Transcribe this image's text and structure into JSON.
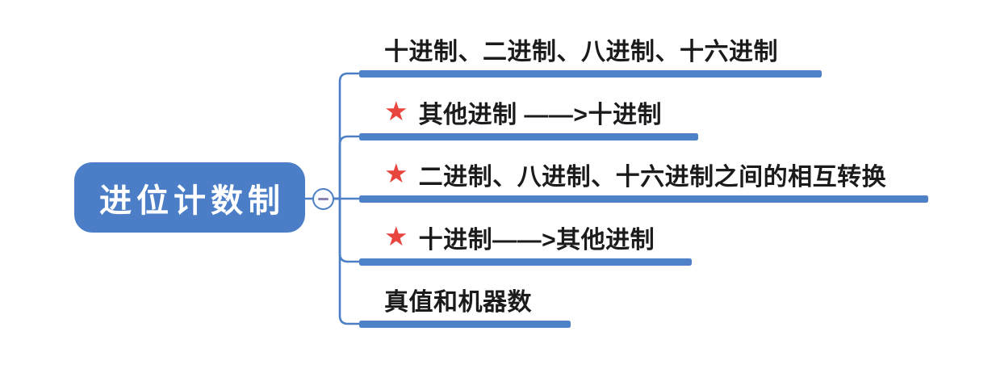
{
  "root": {
    "label": "进位计数制"
  },
  "collapse_button": {
    "symbol": "minus",
    "state": "expanded"
  },
  "branches": [
    {
      "label": "十进制、二进制、八进制、十六进制",
      "starred": false
    },
    {
      "label": "其他进制 ——>十进制",
      "starred": true
    },
    {
      "label": "二进制、八进制、十六进制之间的相互转换",
      "starred": true
    },
    {
      "label": "十进制——>其他进制",
      "starred": true
    },
    {
      "label": "真值和机器数",
      "starred": false
    }
  ],
  "icons": {
    "star_glyph": "★"
  },
  "colors": {
    "blue": "#4C7FC5",
    "node_fill": "#4B7EC6",
    "bar_fill": "#4E81C8",
    "star_red": "#E8453F",
    "minus_purple": "#8B7FB2",
    "text": "#1B1B1B"
  }
}
